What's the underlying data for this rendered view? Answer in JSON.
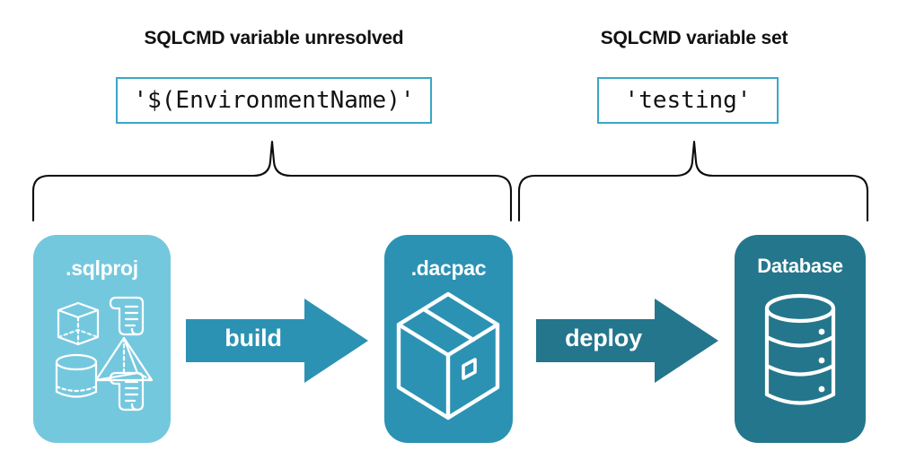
{
  "diagram": {
    "title_left": "SQLCMD variable unresolved",
    "title_right": "SQLCMD variable set",
    "code_left": "'$(EnvironmentName)'",
    "code_right": "'testing'",
    "colors": {
      "sqlproj": "#74c8de",
      "dacpac": "#2b92b4",
      "database": "#24768c",
      "build_arrow": "#2b92b4",
      "deploy_arrow": "#24768c",
      "code_border": "#3aa7c6",
      "text": "#111111",
      "background": "#ffffff"
    },
    "cards": [
      {
        "id": "sqlproj",
        "label": ".sqlproj",
        "icons": [
          "cube-icon",
          "scroll-icon",
          "pyramid-icon",
          "cylinder-icon",
          "scroll-icon"
        ]
      },
      {
        "id": "dacpac",
        "label": ".dacpac",
        "icons": [
          "package-box-icon"
        ]
      },
      {
        "id": "database",
        "label": "Database",
        "icons": [
          "database-cylinder-icon"
        ]
      }
    ],
    "arrows": [
      {
        "id": "build",
        "label": "build"
      },
      {
        "id": "deploy",
        "label": "deploy"
      }
    ]
  }
}
